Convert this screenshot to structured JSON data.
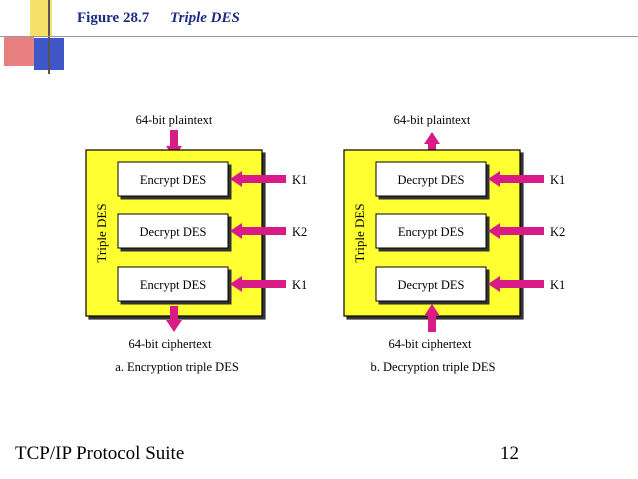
{
  "slide": {
    "figure_label": "Figure 28.7",
    "figure_title": "Triple DES",
    "footer_left": "TCP/IP Protocol Suite",
    "footer_right": "12"
  },
  "colors": {
    "panel_fill": "#ffff33",
    "arrow": "#d81b87",
    "title_text": "#1c2c84",
    "deco_blue": "#3f57c8",
    "deco_red": "#e46a6a",
    "deco_yellow": "#f7e16b",
    "rule": "#999999"
  },
  "diagram": {
    "encryption": {
      "top_label": "64-bit plaintext",
      "side_label": "Triple DES",
      "stages": [
        "Encrypt DES",
        "Decrypt DES",
        "Encrypt DES"
      ],
      "keys": [
        "K1",
        "K2",
        "K1"
      ],
      "bottom_label": "64-bit ciphertext",
      "caption": "a. Encryption triple DES"
    },
    "decryption": {
      "top_label": "64-bit plaintext",
      "side_label": "Triple DES",
      "stages": [
        "Decrypt DES",
        "Encrypt DES",
        "Decrypt DES"
      ],
      "keys": [
        "K1",
        "K2",
        "K1"
      ],
      "bottom_label": "64-bit ciphertext",
      "caption": "b. Decryption triple DES"
    }
  }
}
